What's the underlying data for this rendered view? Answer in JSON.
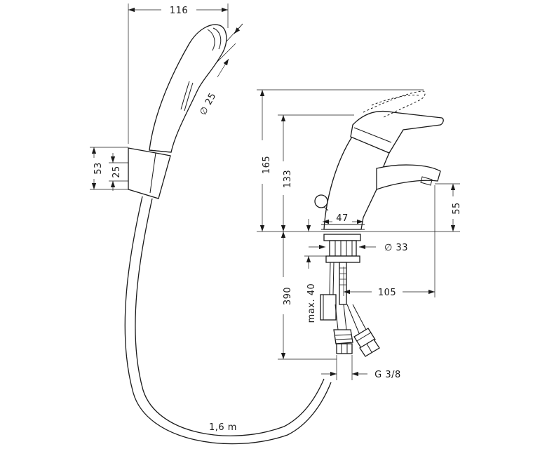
{
  "dimensions": {
    "shower_width": "116",
    "shower_diameter": "∅ 25",
    "holder_height": "53",
    "holder_offset": "25",
    "faucet_total_height": "165",
    "faucet_height": "133",
    "spout_height": "55",
    "body_width": "47",
    "mount_diameter": "∅ 33",
    "reach": "105",
    "below_deck": "390",
    "max_deck": "max. 40",
    "thread": "G 3/8",
    "hose_length": "1,6 m"
  }
}
